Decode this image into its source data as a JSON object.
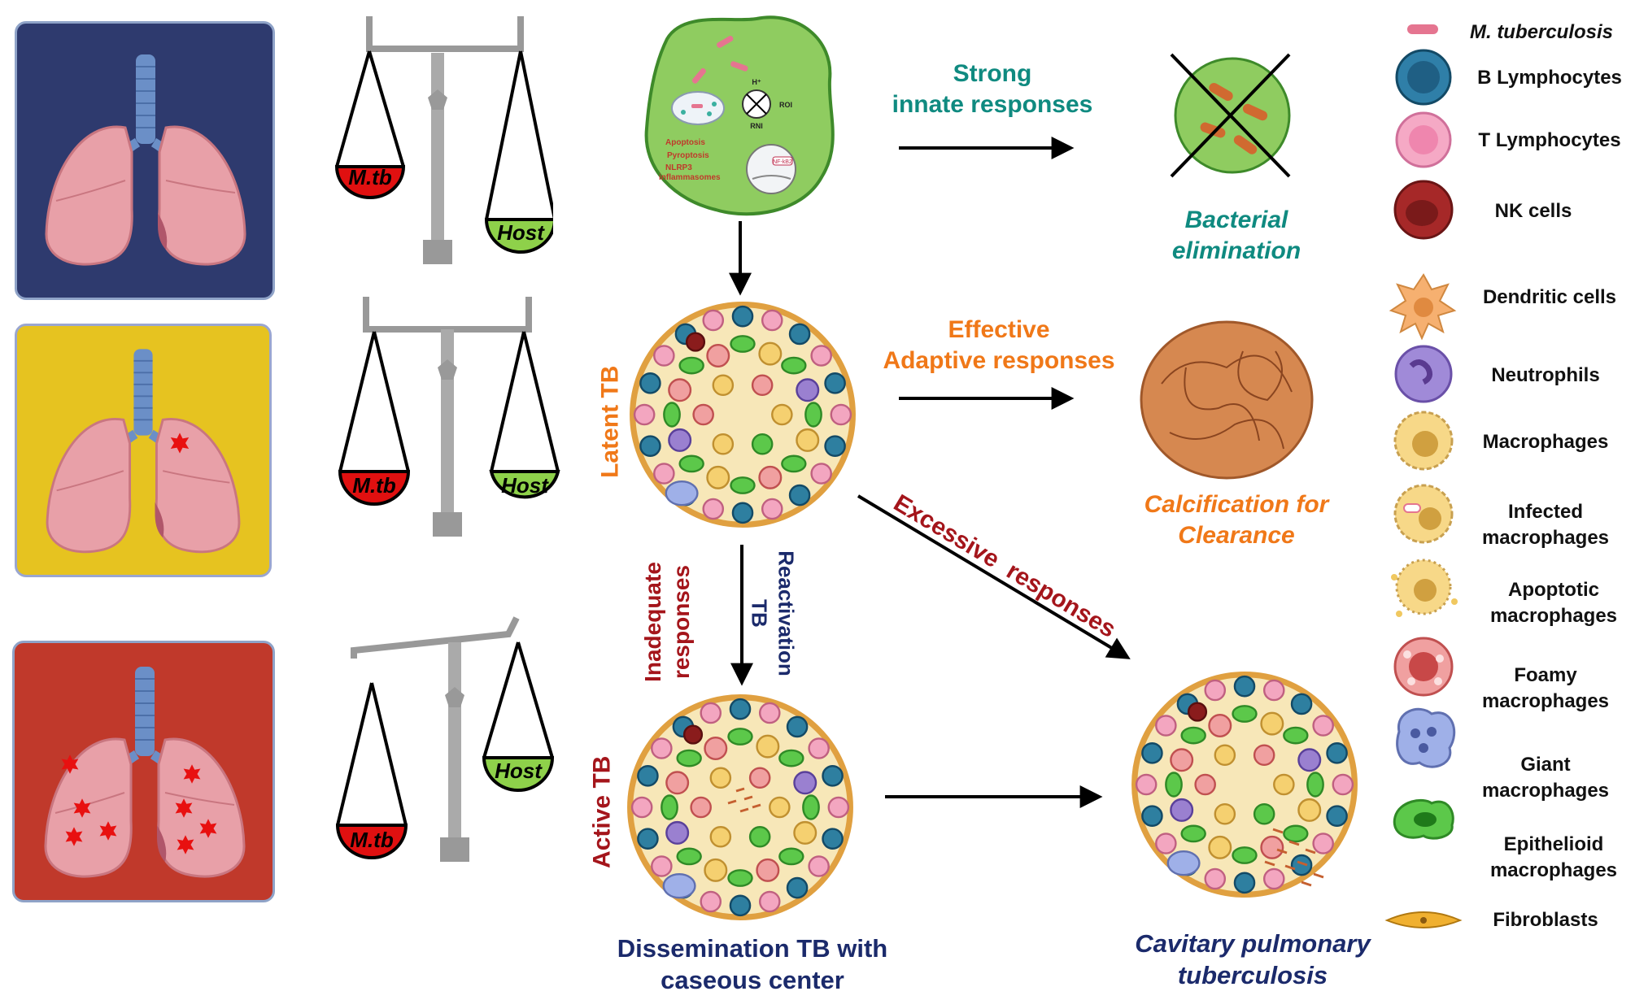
{
  "colors": {
    "panel_healthy": "#2e3a6e",
    "panel_latent": "#e6c320",
    "panel_active": "#c0392b",
    "mtb_red": "#e01010",
    "host_green": "#8ed14a",
    "teal": "#0f8a80",
    "orange": "#f07818",
    "darkred": "#a4151b",
    "navy": "#1b2a6b"
  },
  "scales": [
    {
      "mtb": "M.tb",
      "host": "Host"
    },
    {
      "mtb": "M.tb",
      "host": "Host"
    },
    {
      "mtb": "M.tb",
      "host": "Host"
    }
  ],
  "macrophage": {
    "small_labels": [
      "H⁺",
      "ROI",
      "RNI",
      "Apoptosis",
      "Pyroptosis",
      "NLRP3",
      "inflammasomes",
      "NF-kB2"
    ]
  },
  "flow": {
    "strong_line1": "Strong",
    "strong_line2": "innate responses",
    "bacterial_line1": "Bacterial",
    "bacterial_line2": "elimination",
    "effective_line1": "Effective",
    "effective_line2": "Adaptive responses",
    "calcification_line1": "Calcification for",
    "calcification_line2": "Clearance",
    "latent_tb": "Latent TB",
    "active_tb": "Active TB",
    "excessive": "Excessive  responses",
    "inadequate_line1": "Inadequate",
    "inadequate_line2": "responses",
    "reactivation_line1": "Reactivation",
    "reactivation_line2": "TB",
    "dissemination_line1": "Dissemination TB with",
    "dissemination_line2": "caseous center",
    "cavitary_line1": "Cavitary pulmonary",
    "cavitary_line2": "tuberculosis"
  },
  "legend": [
    {
      "label": "M. tuberculosis",
      "icon": "mtb-bacillus-icon"
    },
    {
      "label": "B Lymphocytes",
      "icon": "b-lymphocyte-icon"
    },
    {
      "label": "T  Lymphocytes",
      "icon": "t-lymphocyte-icon"
    },
    {
      "label": "NK cells",
      "icon": "nk-cell-icon"
    },
    {
      "label": "Dendritic cells",
      "icon": "dendritic-cell-icon"
    },
    {
      "label": "Neutrophils",
      "icon": "neutrophil-icon"
    },
    {
      "label": "Macrophages",
      "icon": "macrophage-icon"
    },
    {
      "label": "Infected\nmacrophages",
      "icon": "infected-macrophage-icon"
    },
    {
      "label": "Apoptotic\nmacrophages",
      "icon": "apoptotic-macrophage-icon"
    },
    {
      "label": "Foamy\nmacrophages",
      "icon": "foamy-macrophage-icon"
    },
    {
      "label": "Giant\nmacrophages",
      "icon": "giant-macrophage-icon"
    },
    {
      "label": "Epithelioid\nmacrophages",
      "icon": "epithelioid-macrophage-icon"
    },
    {
      "label": "Fibroblasts",
      "icon": "fibroblast-icon"
    }
  ]
}
